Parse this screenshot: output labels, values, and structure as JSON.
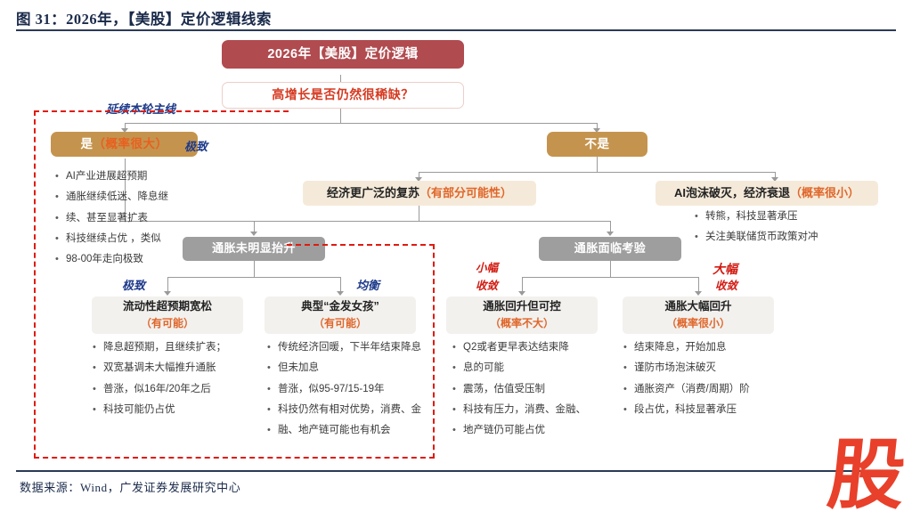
{
  "title": "图 31：2026年，【美股】定价逻辑线索",
  "footer": "数据来源：Wind，广发证券发展研究中心",
  "watermark": "股",
  "colors": {
    "root_bg": "#b04b50",
    "question_text": "#d63b22",
    "tan_bg": "#c4944e",
    "gray_bg": "#9e9e9e",
    "beige_bg": "#f5ead9",
    "probability_text": "#e0662a",
    "annotation_blue": "#1e3a8a",
    "annotation_red": "#d11a11",
    "dashed_frame": "#e01b10"
  },
  "nodes": {
    "root": "2026年【美股】定价逻辑",
    "question": "高增长是否仍然很稀缺？",
    "yes": {
      "label": "是",
      "prob": "（概率很大）"
    },
    "no": {
      "label": "不是"
    },
    "broad_recovery": {
      "label": "经济更广泛的复苏",
      "prob": "（有部分可能性）"
    },
    "bubble_burst": {
      "label": "AI泡沫破灭，经济衰退",
      "prob": "（概率很小）"
    },
    "inflation_mild": "通胀未明显抬升",
    "inflation_test": "通胀面临考验",
    "leaf1": {
      "label": "流动性超预期宽松",
      "prob": "（有可能）"
    },
    "leaf2": {
      "label": "典型“金发女孩”",
      "prob": "（有可能）"
    },
    "leaf3": {
      "label": "通胀回升但可控",
      "prob": "（概率不大）"
    },
    "leaf4": {
      "label": "通胀大幅回升",
      "prob": "（概率很小）"
    }
  },
  "annotations": {
    "main_line": "延续本轮主线",
    "extreme_top": "极致",
    "extreme_leaf1": "极致",
    "balanced_leaf2": "均衡",
    "small_converge_l1": "小幅",
    "small_converge_l2": "收敛",
    "large_converge_l1": "大幅",
    "large_converge_l2": "收敛"
  },
  "bullets": {
    "yes_branch": [
      "AI产业进展超预期",
      "通胀继续低迷、降息继",
      "续、甚至显著扩表",
      "科技继续占优 ，类似",
      "98-00年走向极致"
    ],
    "bubble_burst": [
      "转熊，科技显著承压",
      "关注美联储货币政策对冲"
    ],
    "leaf1": [
      "降息超预期，且继续扩表；",
      "双宽基调未大幅推升通胀",
      "普涨，似16年/20年之后",
      "科技可能仍占优"
    ],
    "leaf2": [
      "传统经济回暖，下半年结束降息",
      "但未加息",
      "普涨，似95-97/15-19年",
      "科技仍然有相对优势，消费、金",
      "融、地产链可能也有机会"
    ],
    "leaf3": [
      "Q2或者更早表达结束降",
      "息的可能",
      "震荡，估值受压制",
      "科技有压力，消费、金融、",
      "地产链仍可能占优"
    ],
    "leaf4": [
      "结束降息，开始加息",
      "谨防市场泡沫破灭",
      "通胀资产（消费/周期）阶",
      "段占优，科技显著承压"
    ]
  }
}
